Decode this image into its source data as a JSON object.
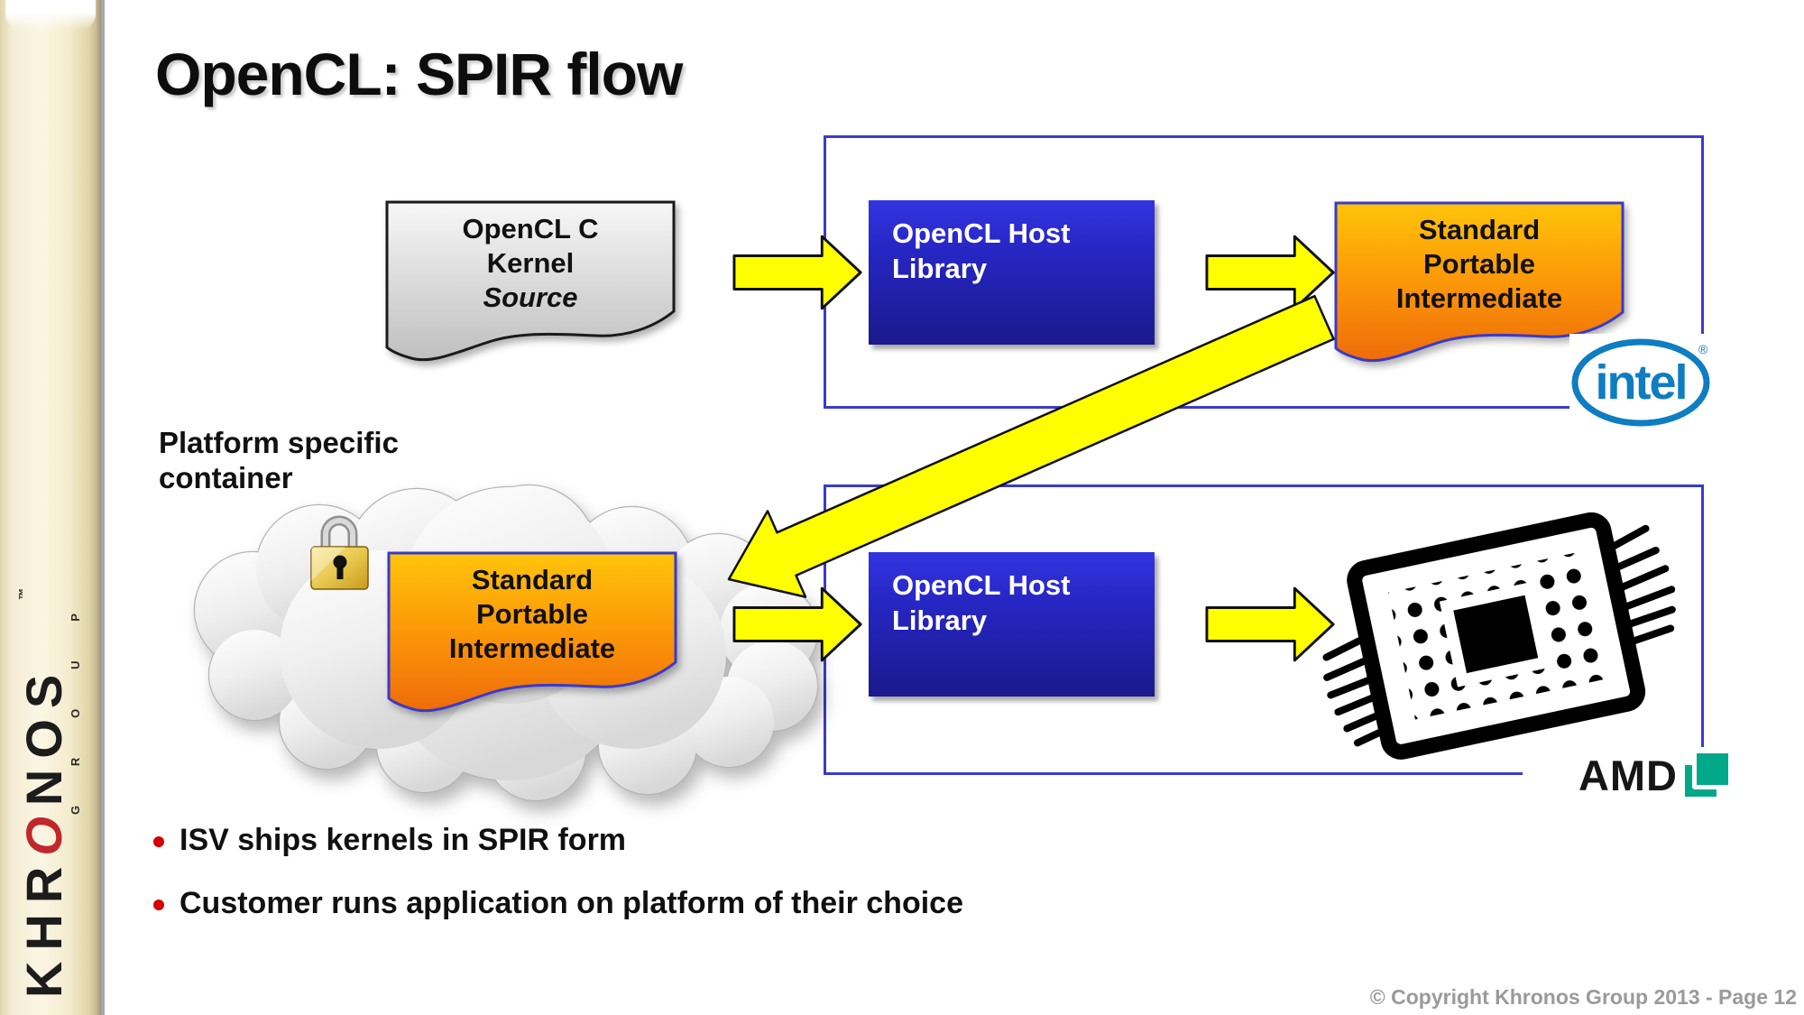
{
  "title": "OpenCL: SPIR flow",
  "sidebar": {
    "brand_pre": "KHR",
    "brand_o": "O",
    "brand_post": "NOS",
    "group_letters": [
      "G",
      "R",
      "O",
      "U",
      "P"
    ],
    "tm": "™"
  },
  "flow": {
    "source_doc": {
      "line1": "OpenCL C",
      "line2": "Kernel",
      "line3": "Source"
    },
    "host_library_top": "OpenCL Host Library",
    "host_library_bottom": "OpenCL Host Library",
    "spir_top": {
      "line1": "Standard",
      "line2": "Portable",
      "line3": "Intermediate"
    },
    "spir_cloud": {
      "line1": "Standard",
      "line2": "Portable",
      "line3": "Intermediate"
    },
    "platform_note": "Platform specific container"
  },
  "logos": {
    "intel": "intel",
    "intel_r": "®",
    "amd": "AMD"
  },
  "bullets": [
    {
      "text": "ISV ships kernels in SPIR form"
    },
    {
      "text": "Customer runs application on platform of their choice"
    }
  ],
  "footer": "© Copyright Khronos Group 2013 - Page 12",
  "colors": {
    "container_blue": "#3a3acf",
    "box_blue_top": "#3434e0",
    "box_blue_bottom": "#1a1a8c",
    "doc_orange_top": "#ffc40a",
    "doc_orange_bottom": "#f06e0a",
    "doc_gray_top": "#f5f5f5",
    "doc_gray_bottom": "#c2c2c2",
    "arrow_yellow": "#ffff00",
    "intel_blue": "#0e7dc2",
    "amd_green": "#00a88a",
    "bullet_red": "#d40000",
    "khronos_red": "#c1272d",
    "sidebar_cream": "#f4edd3",
    "footer_gray": "#9a9a9a"
  }
}
